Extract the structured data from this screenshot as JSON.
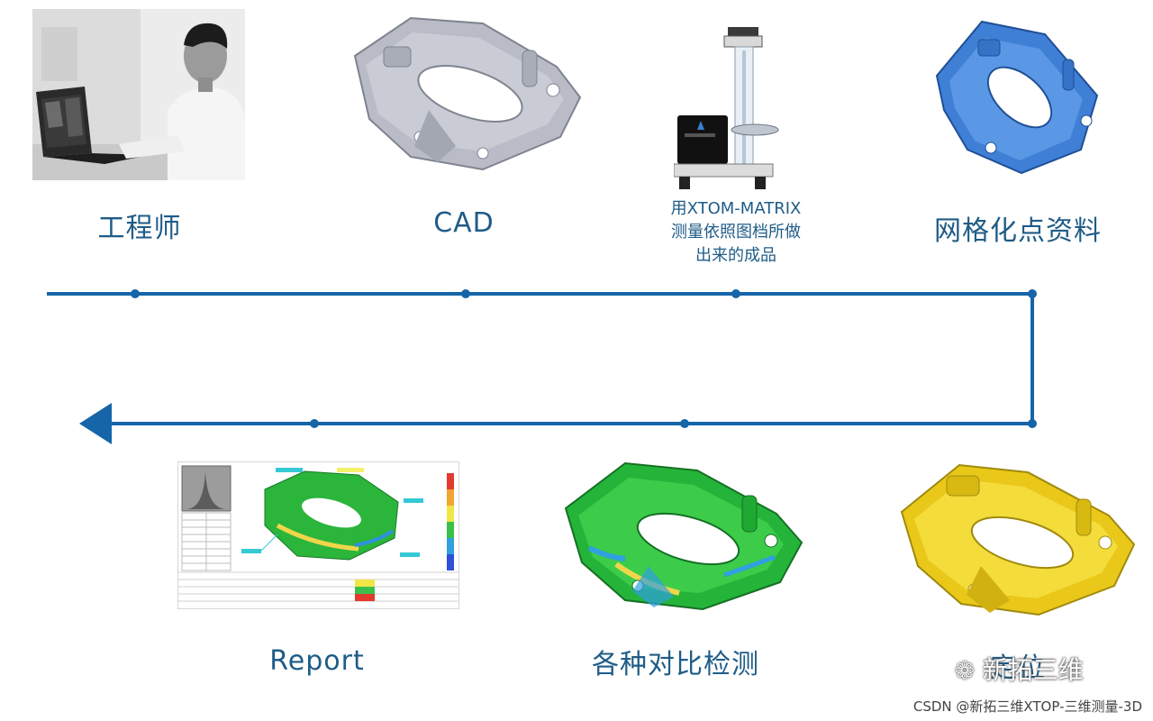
{
  "steps": {
    "engineer": "工程师",
    "cad": "CAD",
    "matrix_line1": "用XTOM-MATRIX",
    "matrix_line2": "测量依照图档所做",
    "matrix_line3": "出来的成品",
    "mesh": "网格化点资料",
    "align": "定位",
    "compare": "各种对比检测",
    "report": "Report"
  },
  "watermark": {
    "csdn": "CSDN @新拓三维XTOP-三维测量-3D",
    "wechat": "新拓三维"
  },
  "colors": {
    "flow_line": "#1565a8",
    "label_text": "#1f5c87",
    "cad_gray": "#b9bcc6",
    "mesh_blue": "#3f7fd6",
    "align_yellow": "#e9c819",
    "compare_green": "#25b43a"
  }
}
